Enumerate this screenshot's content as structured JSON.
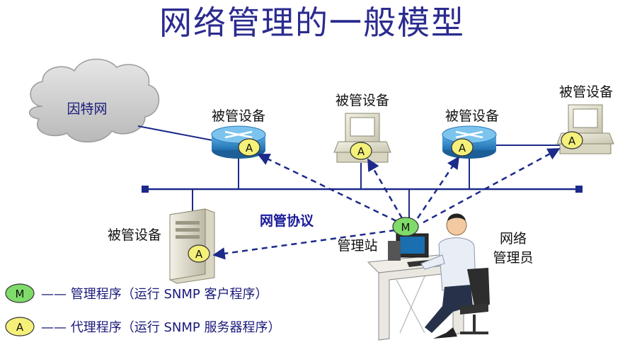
{
  "title": "网络管理的一般模型",
  "internet_label": "因特网",
  "managed_device_label": "被管设备",
  "protocol_label": "网管协议",
  "station_label": "管理站",
  "admin_label_line1": "网络",
  "admin_label_line2": "管理员",
  "agent_badge": "A",
  "manager_badge": "M",
  "legend": [
    {
      "badge": "M",
      "text": "—— 管理程序（运行 SNMP 客户程序）",
      "color": "#7fdc6a"
    },
    {
      "badge": "A",
      "text": "—— 代理程序（运行 SNMP 服务器程序）",
      "color": "#f4f07a"
    }
  ],
  "colors": {
    "title": "#2b2b8f",
    "line": "#1c2a8a",
    "router": "#2f8fd0",
    "agent": "#f4f07a",
    "manager": "#7fdc6a"
  }
}
